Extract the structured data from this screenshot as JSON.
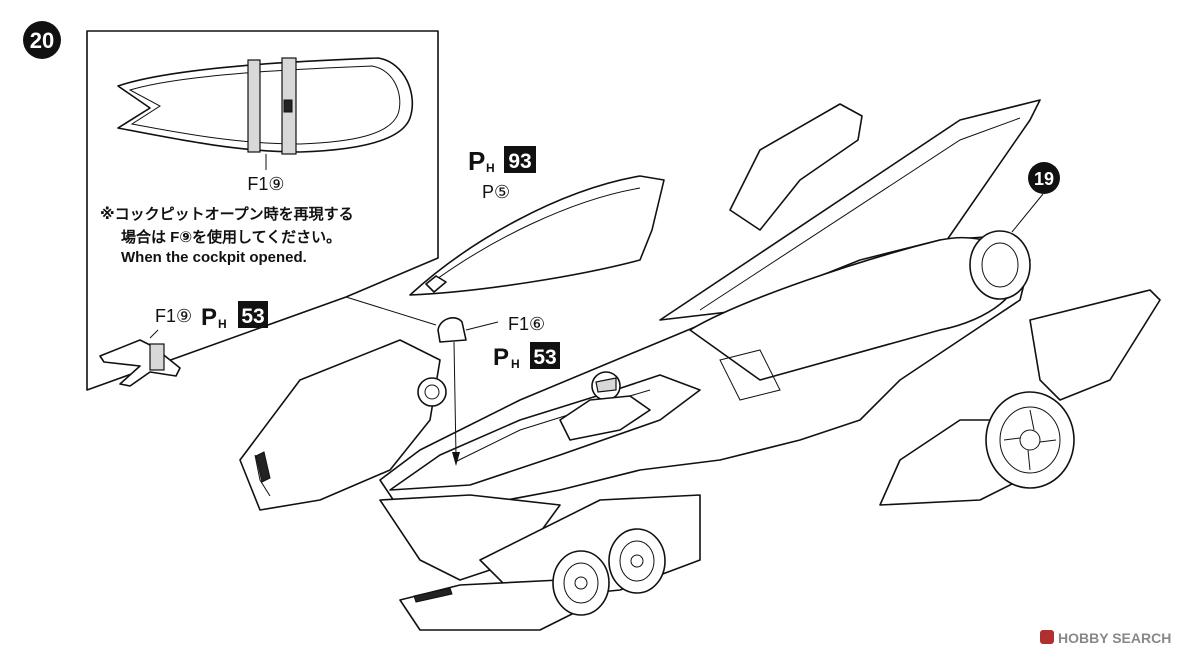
{
  "step": {
    "number": "20",
    "next_step_number": "19"
  },
  "callout": {
    "part_canopy_frame": "F1⑨",
    "note_jp_line1": "※コックピットオープン時を再現する",
    "note_jp_line2": "場合は F⑨を使用してください。",
    "note_en": "When the cockpit opened."
  },
  "labels": {
    "canopy_part": "P⑤",
    "canopy_paint_prefix": "P",
    "canopy_paint_sub": "H",
    "canopy_paint_code": "93",
    "lower_part": "F1⑨",
    "lower_paint_prefix": "P",
    "lower_paint_sub": "H",
    "lower_paint_code": "53",
    "seat_part": "F1⑥",
    "seat_paint_prefix": "P",
    "seat_paint_sub": "H",
    "seat_paint_code": "53"
  },
  "watermark": {
    "brand": "HOBBY SEARCH"
  }
}
